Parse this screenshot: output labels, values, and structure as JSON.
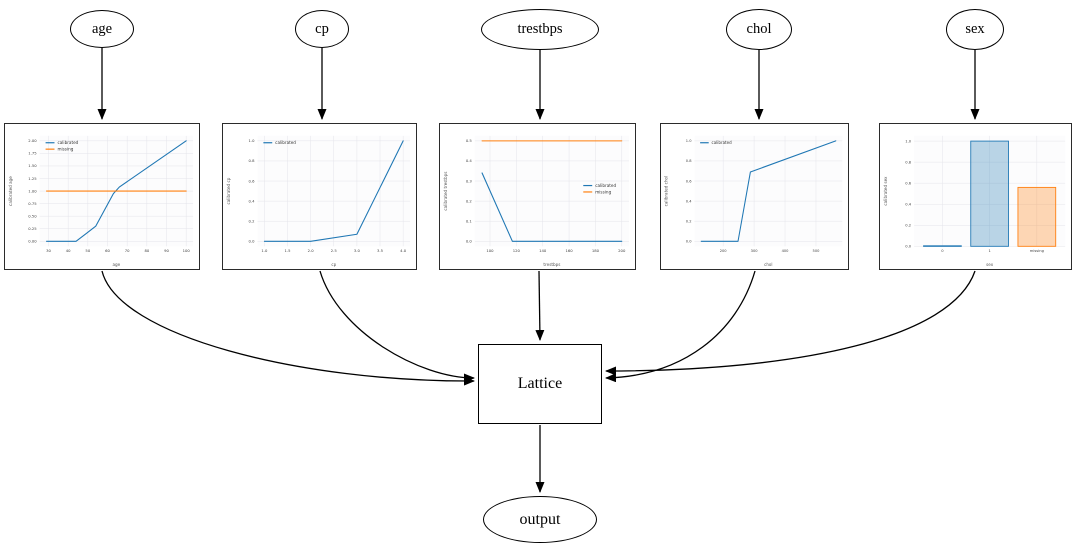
{
  "diagram": {
    "inputs": [
      {
        "label": "age"
      },
      {
        "label": "cp"
      },
      {
        "label": "trestbps"
      },
      {
        "label": "chol"
      },
      {
        "label": "sex"
      }
    ],
    "lattice_label": "Lattice",
    "output_label": "output",
    "edges": [
      {
        "from": "age",
        "to": "calibration-age"
      },
      {
        "from": "cp",
        "to": "calibration-cp"
      },
      {
        "from": "trestbps",
        "to": "calibration-trestbps"
      },
      {
        "from": "chol",
        "to": "calibration-chol"
      },
      {
        "from": "sex",
        "to": "calibration-sex"
      },
      {
        "from": "calibration-age",
        "to": "Lattice"
      },
      {
        "from": "calibration-cp",
        "to": "Lattice"
      },
      {
        "from": "calibration-trestbps",
        "to": "Lattice"
      },
      {
        "from": "calibration-chol",
        "to": "Lattice"
      },
      {
        "from": "calibration-sex",
        "to": "Lattice"
      },
      {
        "from": "Lattice",
        "to": "output"
      }
    ],
    "colors": {
      "calibrated": "#1f77b4",
      "missing": "#ff7f0e",
      "edge": "#000000"
    }
  },
  "chart_data": [
    {
      "type": "line",
      "title": "",
      "xlabel": "age",
      "ylabel": "calibrated age",
      "xlim": [
        25.5,
        103.5
      ],
      "ylim": [
        -0.1,
        2.1
      ],
      "grid": true,
      "xticks": [
        30,
        40,
        50,
        60,
        70,
        80,
        90,
        100
      ],
      "xtick_labels": [
        "30",
        "40",
        "50",
        "60",
        "70",
        "80",
        "90",
        "100"
      ],
      "yticks": [
        0,
        0.25,
        0.5,
        0.75,
        1.0,
        1.25,
        1.5,
        1.75,
        2.0
      ],
      "ytick_labels": [
        "0.00",
        "0.25",
        "0.50",
        "0.75",
        "1.00",
        "1.25",
        "1.50",
        "1.75",
        "2.00"
      ],
      "legend": {
        "pos": "nw",
        "entries": [
          {
            "label": "calibrated",
            "color": "#1f77b4"
          },
          {
            "label": "missing",
            "color": "#ff7f0e"
          }
        ]
      },
      "series": [
        {
          "name": "calibrated",
          "color": "#1f77b4",
          "points": [
            [
              29,
              0
            ],
            [
              44,
              0
            ],
            [
              49,
              0.15
            ],
            [
              54,
              0.3
            ],
            [
              63,
              0.95
            ],
            [
              66,
              1.08
            ],
            [
              100,
              2.0
            ]
          ]
        },
        {
          "name": "missing",
          "color": "#ff7f0e",
          "points": [
            [
              29,
              1.0
            ],
            [
              100,
              1.0
            ]
          ]
        }
      ]
    },
    {
      "type": "line",
      "title": "",
      "xlabel": "cp",
      "ylabel": "calibrated cp",
      "xlim": [
        0.85,
        4.15
      ],
      "ylim": [
        -0.05,
        1.05
      ],
      "grid": true,
      "xticks": [
        1.0,
        1.5,
        2.0,
        2.5,
        3.0,
        3.5,
        4.0
      ],
      "xtick_labels": [
        "1.0",
        "1.5",
        "2.0",
        "2.5",
        "3.0",
        "3.5",
        "4.0"
      ],
      "yticks": [
        0,
        0.2,
        0.4,
        0.6,
        0.8,
        1.0
      ],
      "ytick_labels": [
        "0.0",
        "0.2",
        "0.4",
        "0.6",
        "0.8",
        "1.0"
      ],
      "legend": {
        "pos": "nw",
        "entries": [
          {
            "label": "calibrated",
            "color": "#1f77b4"
          }
        ]
      },
      "series": [
        {
          "name": "calibrated",
          "color": "#1f77b4",
          "points": [
            [
              1,
              0
            ],
            [
              2,
              0
            ],
            [
              3,
              0.07
            ],
            [
              4,
              1.0
            ]
          ]
        }
      ]
    },
    {
      "type": "line",
      "title": "",
      "xlabel": "trestbps",
      "ylabel": "calibrated trestbps",
      "xlim": [
        88.5,
        205.5
      ],
      "ylim": [
        -0.025,
        0.525
      ],
      "grid": true,
      "xticks": [
        100,
        120,
        140,
        160,
        180,
        200
      ],
      "xtick_labels": [
        "100",
        "120",
        "140",
        "160",
        "180",
        "200"
      ],
      "yticks": [
        0,
        0.1,
        0.2,
        0.3,
        0.4,
        0.5
      ],
      "ytick_labels": [
        "0.0",
        "0.1",
        "0.2",
        "0.3",
        "0.4",
        "0.5"
      ],
      "legend": {
        "pos": "e",
        "entries": [
          {
            "label": "calibrated",
            "color": "#1f77b4"
          },
          {
            "label": "missing",
            "color": "#ff7f0e"
          }
        ]
      },
      "series": [
        {
          "name": "calibrated",
          "color": "#1f77b4",
          "points": [
            [
              94,
              0.34
            ],
            [
              117,
              0
            ],
            [
              200,
              0
            ]
          ]
        },
        {
          "name": "missing",
          "color": "#ff7f0e",
          "points": [
            [
              94,
              0.5
            ],
            [
              200,
              0.5
            ]
          ]
        }
      ]
    },
    {
      "type": "line",
      "title": "",
      "xlabel": "chol",
      "ylabel": "calibrated chol",
      "xlim": [
        107,
        585
      ],
      "ylim": [
        -0.05,
        1.05
      ],
      "grid": true,
      "xticks": [
        200,
        300,
        400,
        500
      ],
      "xtick_labels": [
        "200",
        "300",
        "400",
        "500"
      ],
      "yticks": [
        0,
        0.2,
        0.4,
        0.6,
        0.8,
        1.0
      ],
      "ytick_labels": [
        "0.0",
        "0.2",
        "0.4",
        "0.6",
        "0.8",
        "1.0"
      ],
      "legend": {
        "pos": "nw",
        "entries": [
          {
            "label": "calibrated",
            "color": "#1f77b4"
          }
        ]
      },
      "series": [
        {
          "name": "calibrated",
          "color": "#1f77b4",
          "points": [
            [
              129,
              0
            ],
            [
              248,
              0
            ],
            [
              288,
              0.69
            ],
            [
              564,
              1.0
            ]
          ]
        }
      ]
    },
    {
      "type": "bar",
      "title": "",
      "xlabel": "sex",
      "ylabel": "calibrated sex",
      "xlim": [
        -0.6,
        2.6
      ],
      "ylim": [
        0,
        1.05
      ],
      "grid": true,
      "categories": [
        "0",
        "1",
        "missing"
      ],
      "values": [
        0.005,
        1.0,
        0.56
      ],
      "bar_styles": [
        {
          "fill": "rgba(31,119,180,0.3)",
          "stroke": "#1f77b4"
        },
        {
          "fill": "rgba(31,119,180,0.3)",
          "stroke": "#1f77b4"
        },
        {
          "fill": "rgba(255,127,14,0.3)",
          "stroke": "#ff7f0e"
        }
      ],
      "yticks": [
        0,
        0.2,
        0.4,
        0.6,
        0.8,
        1.0
      ],
      "ytick_labels": [
        "0.0",
        "0.2",
        "0.4",
        "0.6",
        "0.8",
        "1.0"
      ]
    }
  ]
}
